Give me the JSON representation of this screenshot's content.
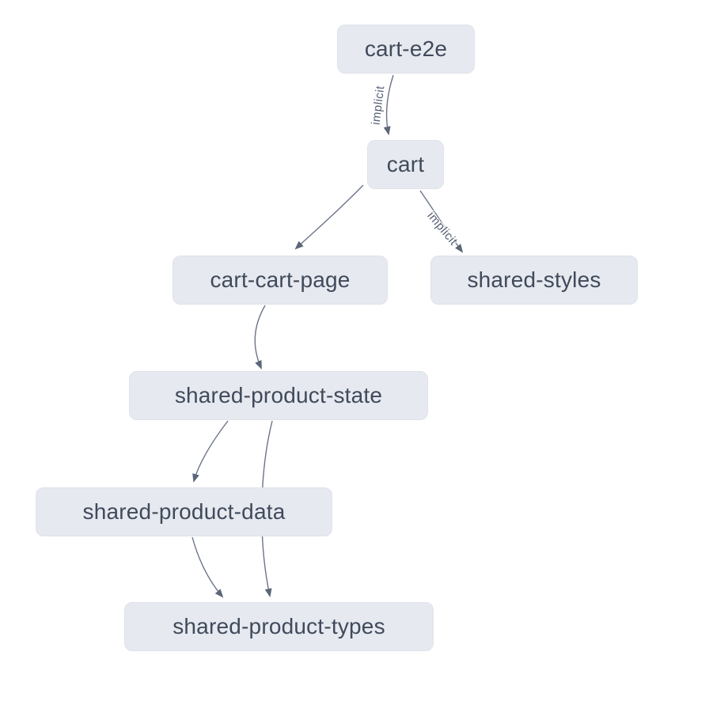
{
  "diagram": {
    "type": "dependency-graph",
    "background_color": "#ffffff",
    "node_fill_color": "#e6e9ef",
    "node_text_color": "#404a5b",
    "edge_color": "#6b7489",
    "edge_label_color": "#535e73",
    "nodes": [
      {
        "id": "cart-e2e",
        "label": "cart-e2e"
      },
      {
        "id": "cart",
        "label": "cart"
      },
      {
        "id": "cart-cart-page",
        "label": "cart-cart-page"
      },
      {
        "id": "shared-styles",
        "label": "shared-styles"
      },
      {
        "id": "shared-product-state",
        "label": "shared-product-state"
      },
      {
        "id": "shared-product-data",
        "label": "shared-product-data"
      },
      {
        "id": "shared-product-types",
        "label": "shared-product-types"
      }
    ],
    "edges": [
      {
        "from": "cart-e2e",
        "to": "cart",
        "label": "implicit"
      },
      {
        "from": "cart",
        "to": "cart-cart-page",
        "label": ""
      },
      {
        "from": "cart",
        "to": "shared-styles",
        "label": "implicit"
      },
      {
        "from": "cart-cart-page",
        "to": "shared-product-state",
        "label": ""
      },
      {
        "from": "shared-product-state",
        "to": "shared-product-data",
        "label": ""
      },
      {
        "from": "shared-product-state",
        "to": "shared-product-types",
        "label": ""
      },
      {
        "from": "shared-product-data",
        "to": "shared-product-types",
        "label": ""
      }
    ]
  }
}
